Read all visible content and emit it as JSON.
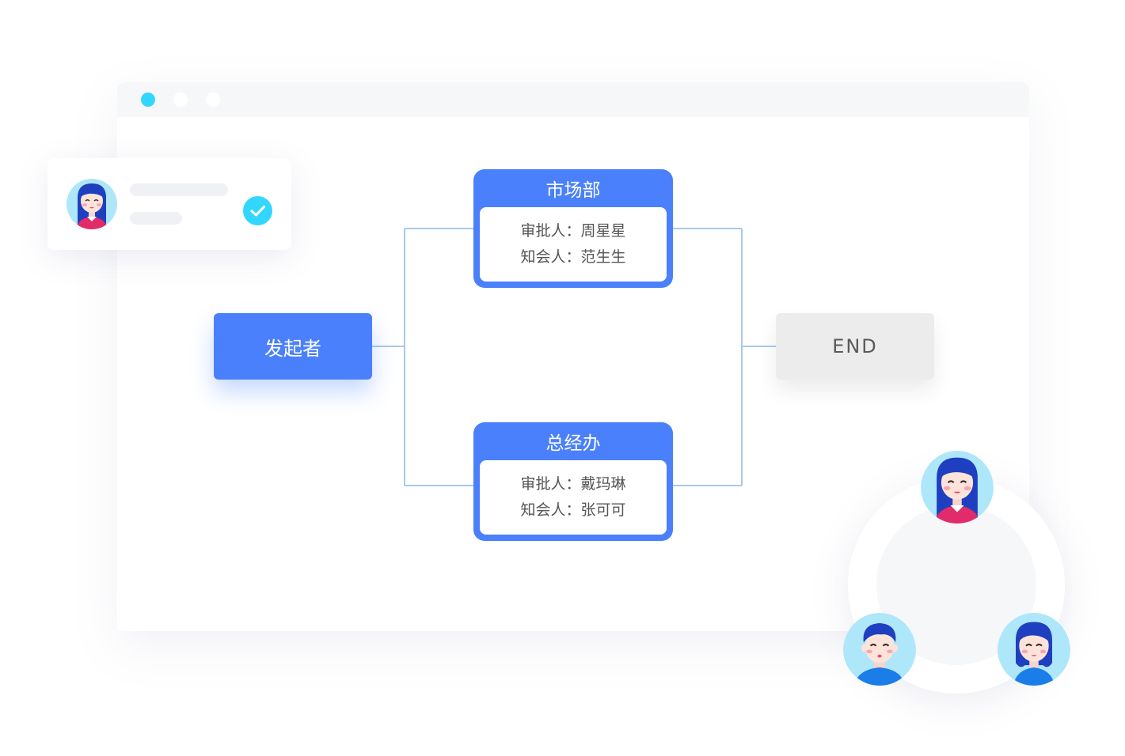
{
  "colors": {
    "primary": "#4a80fb",
    "accent": "#33d6ff",
    "end_node": "#ececec",
    "connector": "#a9c8ec"
  },
  "flow": {
    "start": {
      "label": "发起者"
    },
    "end": {
      "label": "END"
    },
    "departments": [
      {
        "name": "市场部",
        "approver_label": "审批人：",
        "approver": "周星星",
        "cc_label": "知会人：",
        "cc": "范生生"
      },
      {
        "name": "总经办",
        "approver_label": "审批人：",
        "approver": "戴玛琳",
        "cc_label": "知会人：",
        "cc": "张可可"
      }
    ]
  },
  "notification": {
    "avatar": "female-avatar-icon",
    "status_icon": "check-circle-icon"
  },
  "team": {
    "members": [
      "female-avatar-icon",
      "male-avatar-icon",
      "female-avatar-icon"
    ]
  }
}
